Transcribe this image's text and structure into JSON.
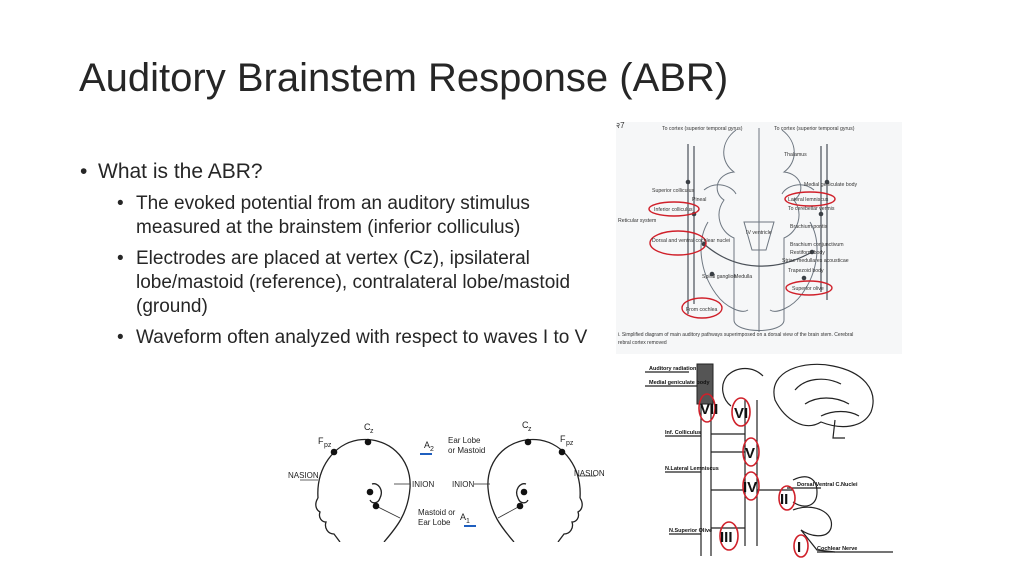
{
  "slide": {
    "title": "Auditory Brainstem Response (ABR)",
    "bullets": [
      "What is the ABR?",
      "The evoked potential from an auditory stimulus measured at the brainstem (inferior colliculus)",
      "Electrodes are placed at vertex (Cz), ipsilateral lobe/mastoid (reference), contralateral lobe/mastoid (ground)",
      "Waveform often analyzed with respect to waves I to V"
    ]
  },
  "figure_brainstem": {
    "page_mark": "२7",
    "labels": {
      "cortex_left": "To cortex (superior temporal gyrus)",
      "cortex_right": "To cortex (superior temporal gyrus)",
      "thalamus": "Thalamus",
      "medial_geniculate": "Medial geniculate body",
      "superior_colliculus": "Superior colliculus",
      "pineal": "Pineal",
      "lateral_lemniscus": "Lateral lemniscus",
      "cerebellar_vermis": "To cerebellar vermis",
      "inferior_colliculus": "Inferior colliculus",
      "reticular_system": "Reticular system",
      "brachium_pontis": "Brachium pontis",
      "iv_ventricle": "IV ventricle",
      "cochlear_nuclei": "Dorsal and ventral cochlear nuclei",
      "brachium_conjunctivum": "Brachium conjunctivum",
      "restiform": "Restiform body",
      "striae": "Striae medullares acousticae",
      "trapezoid": "Trapezoid body",
      "spiral_ganglion": "Spiral ganglion",
      "medulla": "Medulla",
      "superior_olive": "Superior olive",
      "from_cochlea": "From cochlea",
      "caption_1": "i. Simplified diagram of main auditory pathways superimposed on a dorsal view of the brain stem. Cerebral",
      "caption_2": "rebral cortex removed"
    }
  },
  "figure_pathway": {
    "labels": {
      "auditory_radiation": "Auditory radiation",
      "medial_geniculate": "Medial geniculate body",
      "inf_colliculus": "Inf. Colliculus",
      "lateral_lemniscus": "N.Lateral Lemniscus",
      "cochlear_nuclei": "Dorsal Ventral C.Nuclei",
      "superior_olive": "N.Superior Olive",
      "cochlear_nerve": "Cochlear Nerve"
    },
    "wave_numerals": [
      "VII",
      "VI",
      "V",
      "IV",
      "III",
      "II",
      "I"
    ]
  },
  "figure_electrodes": {
    "labels": {
      "fpz_left_main": "F",
      "fpz_left_sub": "pz",
      "cz_left_main": "C",
      "cz_left_sub": "z",
      "a2_main": "A",
      "a2_sub": "2",
      "ear_lobe_top": "Ear Lobe",
      "or_mastoid": "or Mastoid",
      "cz_right_main": "C",
      "cz_right_sub": "z",
      "fpz_right_main": "F",
      "fpz_right_sub": "pz",
      "nasion_left": "NASION",
      "inion_left": "INION",
      "inion_right": "INION",
      "nasion_right": "NASION",
      "mastoid_or": "Mastoid or",
      "ear_lobe_bottom": "Ear Lobe",
      "a1_main": "A",
      "a1_sub": "1"
    }
  }
}
